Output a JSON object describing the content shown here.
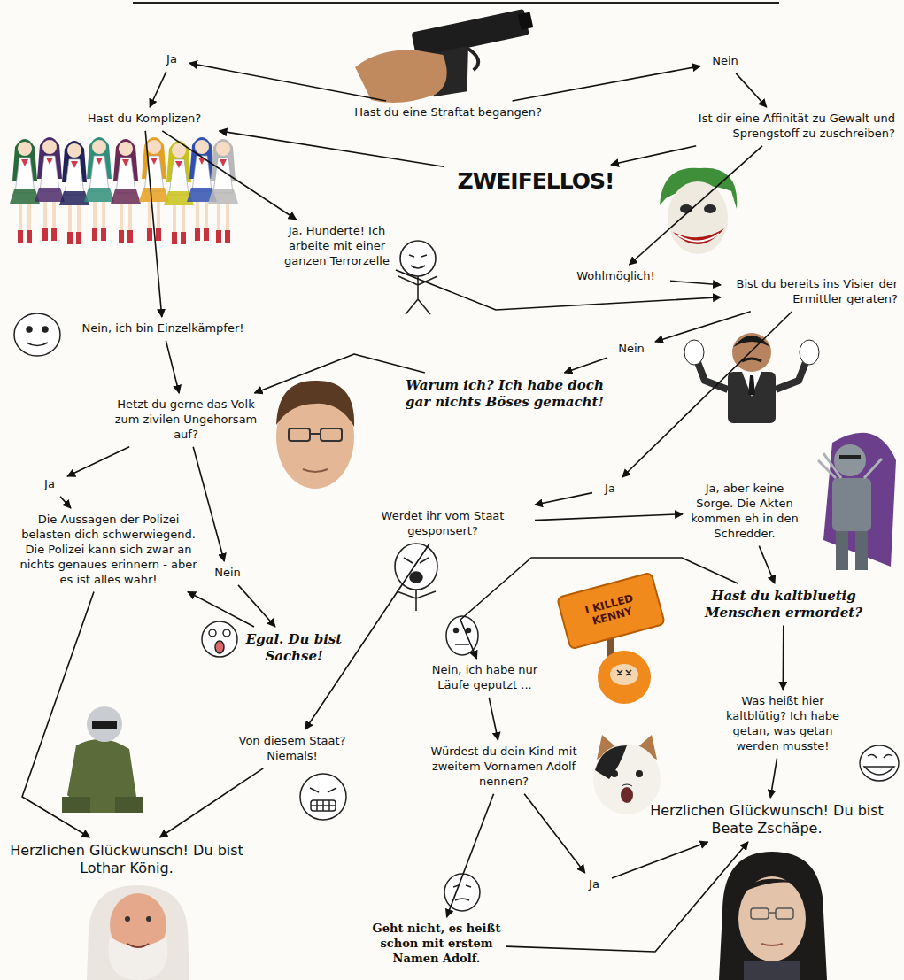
{
  "diagram": {
    "nodes": [
      {
        "text": [
          "Hast du eine Straftat begangen?"
        ]
      },
      {
        "text": [
          "Ja"
        ]
      },
      {
        "text": [
          "Nein"
        ]
      },
      {
        "text": [
          "Hast du Komplizen?"
        ]
      },
      {
        "text": [
          "Ist dir eine Affinität zu Gewalt und Sprengstoff zu zuschreiben?"
        ]
      },
      {
        "text": [
          "ZWEIFELLOS!"
        ]
      },
      {
        "text": [
          "Ja, Hunderte! Ich arbeite mit einer ganzen Terrorzelle"
        ]
      },
      {
        "text": [
          "Wohlmöglich!"
        ]
      },
      {
        "text": [
          "Bist du bereits ins Visier der Ermittler geraten?"
        ]
      },
      {
        "text": [
          "Nein, ich bin Einzelkämpfer!"
        ]
      },
      {
        "text": [
          "Nein"
        ]
      },
      {
        "text": [
          "Warum ich? Ich habe doch gar nichts Böses gemacht!"
        ]
      },
      {
        "text": [
          "Hetzt du gerne das Volk zum zivilen Ungehorsam auf?"
        ]
      },
      {
        "text": [
          "Ja"
        ]
      },
      {
        "text": [
          "Ja"
        ]
      },
      {
        "text": [
          "Werdet ihr vom Staat gesponsert?"
        ]
      },
      {
        "text": [
          "Ja, aber keine Sorge. Die Akten kommen eh in den Schredder."
        ]
      },
      {
        "text": [
          "Die Aussagen der Polizei belasten dich schwerwiegend. Die Polizei kann sich zwar an nichts genaues erinnern - aber es ist alles wahr!"
        ]
      },
      {
        "text": [
          "Nein"
        ]
      },
      {
        "text": [
          "Hast du kaltbluetig Menschen ermordet?"
        ]
      },
      {
        "text": [
          "Egal. Du bist Sachse!"
        ]
      },
      {
        "text": [
          "Nein, ich habe nur Läufe geputzt ..."
        ]
      },
      {
        "text": [
          "Was heißt hier kaltblütig? Ich habe getan, was getan werden musste!"
        ]
      },
      {
        "text": [
          "Von diesem Staat? Niemals!"
        ]
      },
      {
        "text": [
          "Würdest du dein Kind mit zweitem Vornamen Adolf nennen?"
        ]
      },
      {
        "text": [
          "Ja"
        ]
      },
      {
        "text": [
          "Geht nicht, es heißt schon mit erstem Namen Adolf."
        ]
      },
      {
        "text": [
          "Herzlichen Glückwunsch! Du bist Lothar König."
        ]
      },
      {
        "text": [
          "Herzlichen Glückwunsch! Du bist Beate Zschäpe."
        ]
      }
    ],
    "edges": [
      {
        "from": 0,
        "to": 1,
        "arrow": "to"
      },
      {
        "from": 0,
        "to": 2,
        "arrow": "to"
      },
      {
        "from": 1,
        "to": 3,
        "arrow": "to"
      },
      {
        "from": 2,
        "to": 4,
        "arrow": "to"
      },
      {
        "from": 4,
        "to": 5,
        "arrow": "to"
      },
      {
        "from": 5,
        "to": 3,
        "arrow": "to"
      },
      {
        "from": 3,
        "to": 6,
        "arrow": "to"
      },
      {
        "from": 3,
        "to": 9,
        "arrow": "to"
      },
      {
        "from": 4,
        "to": 7,
        "arrow": "to"
      },
      {
        "from": 7,
        "to": 8,
        "arrow": "to"
      },
      {
        "from": 6,
        "to": 8,
        "arrow": "to"
      },
      {
        "from": 8,
        "to": 10,
        "arrow": "to"
      },
      {
        "from": 10,
        "to": 11,
        "arrow": "to"
      },
      {
        "from": 11,
        "to": 12,
        "arrow": "to"
      },
      {
        "from": 9,
        "to": 12,
        "arrow": "to"
      },
      {
        "from": 12,
        "to": 13,
        "arrow": "to"
      },
      {
        "from": 12,
        "to": 18,
        "arrow": "to"
      },
      {
        "from": 13,
        "to": 17,
        "arrow": "to"
      },
      {
        "from": 18,
        "to": 20,
        "arrow": "to"
      },
      {
        "from": 20,
        "to": 17,
        "arrow": "to"
      },
      {
        "from": 17,
        "to": 27,
        "arrow": "to"
      },
      {
        "from": 8,
        "to": 14,
        "arrow": "to"
      },
      {
        "from": 14,
        "to": 15,
        "arrow": "to"
      },
      {
        "from": 15,
        "to": 16,
        "arrow": "to"
      },
      {
        "from": 16,
        "to": 19,
        "arrow": "to"
      },
      {
        "from": 19,
        "to": 21,
        "arrow": "to"
      },
      {
        "from": 19,
        "to": 22,
        "arrow": "to"
      },
      {
        "from": 15,
        "to": 23,
        "arrow": "to"
      },
      {
        "from": 23,
        "to": 27,
        "arrow": "to"
      },
      {
        "from": 21,
        "to": 24,
        "arrow": "to"
      },
      {
        "from": 24,
        "to": 26,
        "arrow": "to"
      },
      {
        "from": 24,
        "to": 25,
        "arrow": "to"
      },
      {
        "from": 25,
        "to": 28,
        "arrow": "to"
      },
      {
        "from": 26,
        "to": 28,
        "arrow": "to"
      },
      {
        "from": 22,
        "to": 28,
        "arrow": "to"
      }
    ],
    "labels": [
      "I KILLED KENNY"
    ]
  }
}
